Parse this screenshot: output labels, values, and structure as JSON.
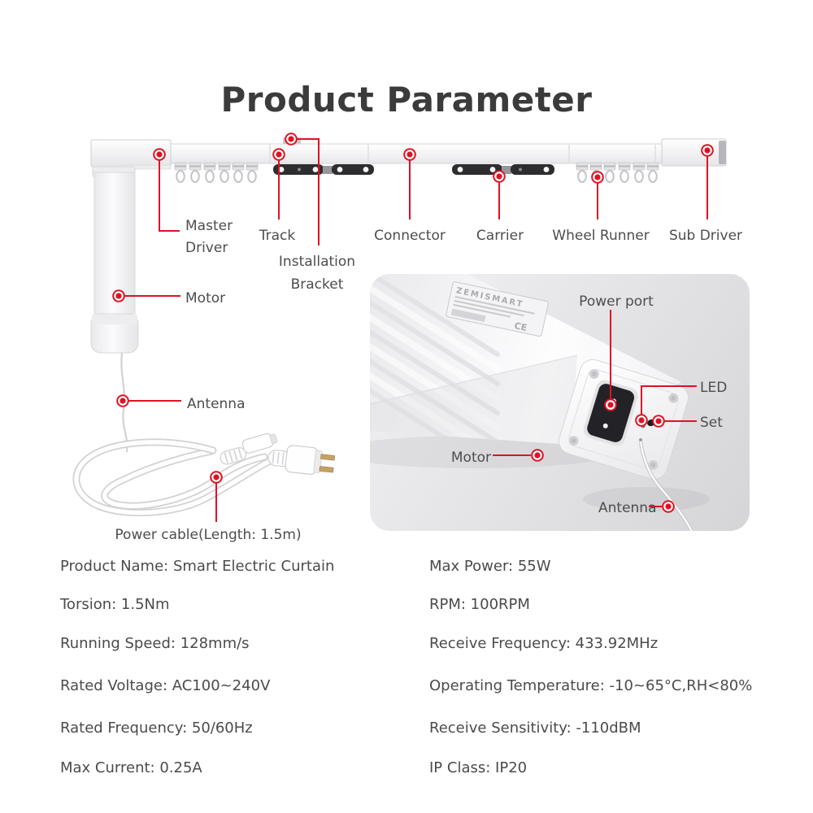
{
  "title": "Product Parameter",
  "accent_color": "#e01122",
  "track_diagram": {
    "labels": {
      "master_driver": "Master Driver",
      "track": "Track",
      "installation_bracket": "Installation Bracket",
      "connector": "Connector",
      "carrier": "Carrier",
      "wheel_runner": "Wheel Runner",
      "sub_driver": "Sub Driver",
      "motor": "Motor",
      "antenna": "Antenna",
      "power_cable": "Power cable(Length: 1.5m)"
    }
  },
  "motor_photo": {
    "sticker_brand": "ZEMISMART",
    "sticker_ce": "CE",
    "labels": {
      "power_port": "Power port",
      "led": "LED",
      "set": "Set",
      "motor": "Motor",
      "antenna": "Antenna"
    }
  },
  "specs": {
    "left": [
      "Product Name: Smart Electric Curtain",
      "Torsion: 1.5Nm",
      "Running Speed: 128mm/s",
      "Rated Voltage: AC100~240V",
      "Rated Frequency: 50/60Hz",
      "Max Current: 0.25A"
    ],
    "right": [
      "Max Power: 55W",
      "RPM: 100RPM",
      "Receive Frequency: 433.92MHz",
      "Operating Temperature: -10~65°C,RH<80%",
      "Receive Sensitivity: -110dBM",
      "IP Class: IP20"
    ]
  }
}
